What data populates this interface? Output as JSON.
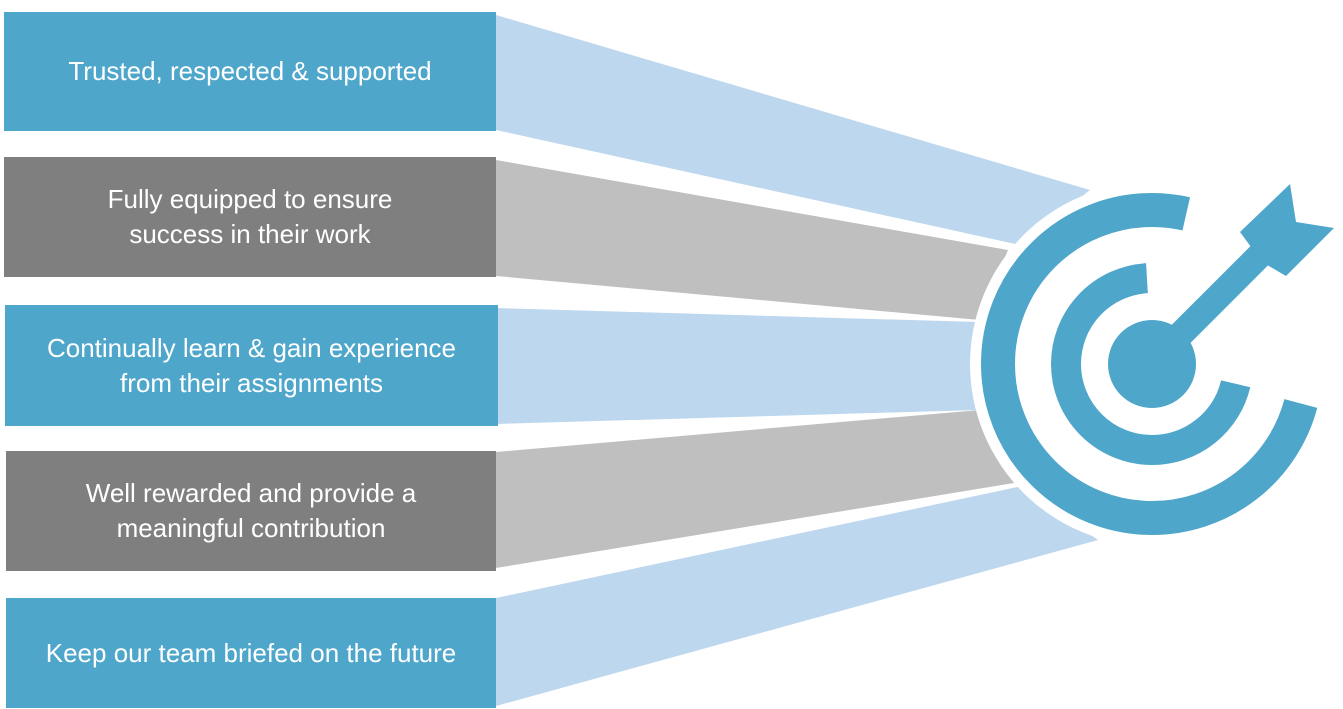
{
  "colors": {
    "box_blue": "#4ea6cb",
    "box_gray": "#7f7f7f",
    "beam_blue": "#bdd7ee",
    "beam_gray": "#bfbfbf",
    "target": "#4ea6cb",
    "background": "#ffffff"
  },
  "items": [
    {
      "label": "Trusted, respected & supported",
      "tone": "blue"
    },
    {
      "label": "Fully equipped to ensure\nsuccess in their work",
      "tone": "gray"
    },
    {
      "label": "Continually learn & gain experience\nfrom their assignments",
      "tone": "blue"
    },
    {
      "label": "Well rewarded and provide a\nmeaningful contribution",
      "tone": "gray"
    },
    {
      "label": "Keep our team briefed on the future",
      "tone": "blue"
    }
  ],
  "icon": {
    "name": "target-with-arrow-icon"
  }
}
